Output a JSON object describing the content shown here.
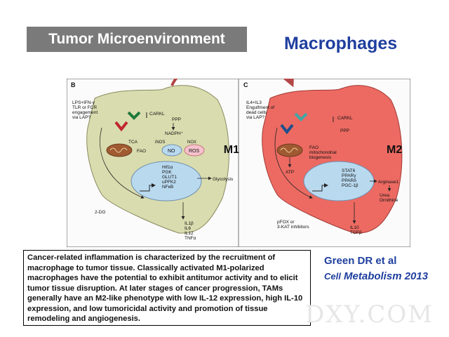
{
  "header": {
    "title": "Tumor Microenvironment",
    "subtitle": "Macrophages"
  },
  "panel_b": {
    "letter": "B",
    "stimulus": [
      "LPS+IFN-γ",
      "TLR or FCR",
      "engagement",
      "via LAP?"
    ],
    "carkl": "CARKL",
    "ppp": "PPP",
    "nadph": "NADPH⁺",
    "inos": "iNOS",
    "nox": "NOX",
    "tca": "TCA",
    "fao": "FAO",
    "no": "NO",
    "ros": "ROS",
    "nucleus_genes": [
      "Hif1α",
      "PGK",
      "GLUT1",
      "uPFK2",
      "NFκB"
    ],
    "glycolysis": "Glycolysis",
    "inhibitor": "2-DG",
    "cytokines": [
      "IL1β",
      "IL6",
      "IL12",
      "TNFα"
    ]
  },
  "panel_c": {
    "letter": "C",
    "stimulus": [
      "IL4+IL3",
      "Engulfment of",
      "dead cells",
      "via LAP?"
    ],
    "carkl": "CARKL",
    "ppp": "PPP",
    "fao": [
      "FAO",
      "mitochondrial",
      "biogenesis"
    ],
    "atp": "ATP",
    "nucleus_genes": [
      "STAT6",
      "PPARγ",
      "PPARδ",
      "PGC-1β"
    ],
    "arginase": "Arginase1",
    "urea": [
      "Urea",
      "Ornithine"
    ],
    "inhibitor": [
      "pFOX or",
      "3-KAT inhibitors"
    ],
    "cytokines": [
      "IL10",
      "TGFβ"
    ]
  },
  "labels": {
    "m1": "M1",
    "m2": "M2"
  },
  "caption": "Cancer-related inflammation is characterized by the recruitment of macrophage to tumor tissue. Classically activated M1-polarized macrophages have the potential to exhibit antitumor activity and to elicit tumor tissue disruption. At later stages of cancer progression, TAMs generally have an M2-like phenotype with low IL-12 expression, high IL-10 expression, and low tumoricidal activity and promotion of tissue remodeling and angiogenesis.",
  "reference": {
    "line1": "Green DR et al",
    "journal_prefix": "Cell",
    "journal": "Metabolism 2013"
  },
  "watermark": "DXY.COM",
  "colors": {
    "m1_cell": "#d9dcae",
    "m2_cell": "#ec6a62",
    "nucleus": "#b9d9ef",
    "arc": "#b44646",
    "title_bg": "#7a7a7a",
    "accent_blue": "#1f3f9f"
  }
}
